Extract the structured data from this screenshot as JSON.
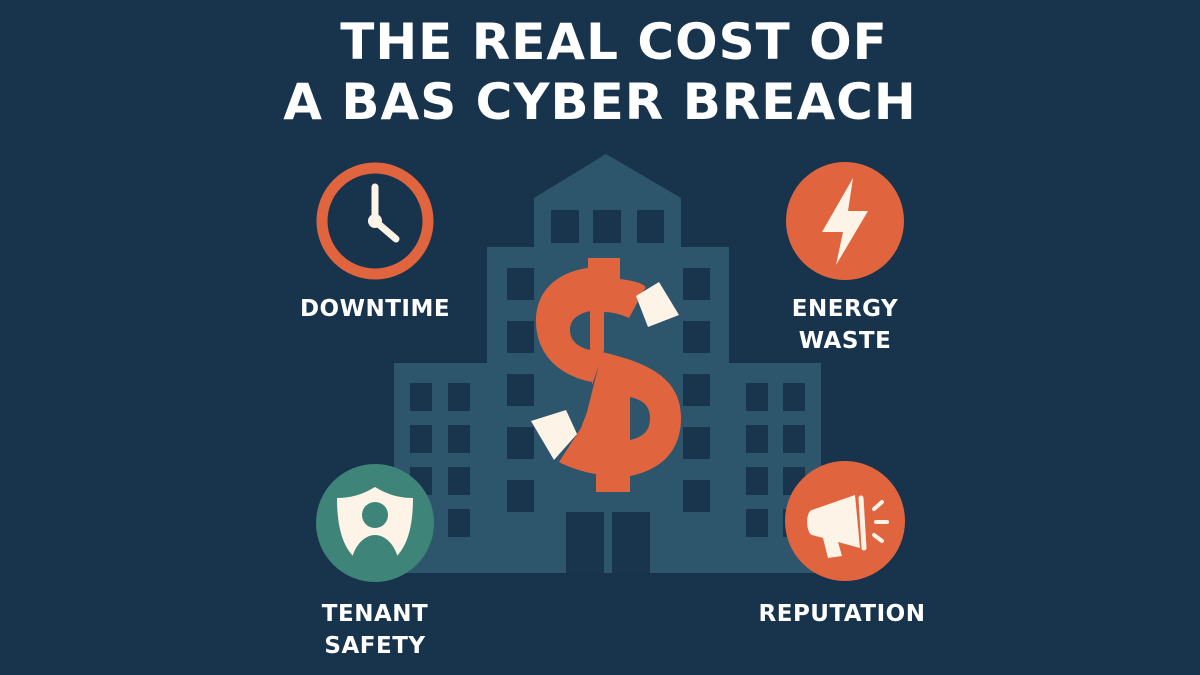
{
  "title": {
    "line1": "THE REAL COST OF",
    "line2": "A BAS CYBER BREACH"
  },
  "impacts": [
    {
      "id": "downtime",
      "label_lines": [
        "DOWNTIME"
      ],
      "icon": "clock-icon",
      "color": "#e0653f"
    },
    {
      "id": "energy-waste",
      "label_lines": [
        "ENERGY",
        "WASTE"
      ],
      "icon": "lightning-bolt-icon",
      "color": "#e0653f"
    },
    {
      "id": "tenant-safety",
      "label_lines": [
        "TENANT",
        "SAFETY"
      ],
      "icon": "shield-person-icon",
      "color": "#3f8478"
    },
    {
      "id": "reputation",
      "label_lines": [
        "REPUTATION"
      ],
      "icon": "megaphone-icon",
      "color": "#e0653f"
    }
  ],
  "center": {
    "icon": "broken-dollar-icon",
    "illustration": "office-building"
  },
  "colors": {
    "background": "#18344d",
    "building": "#2d566d",
    "window": "#19354d",
    "accent_orange": "#e0653f",
    "accent_teal": "#3f8478",
    "cream": "#fdf4e7",
    "text": "#ffffff"
  }
}
